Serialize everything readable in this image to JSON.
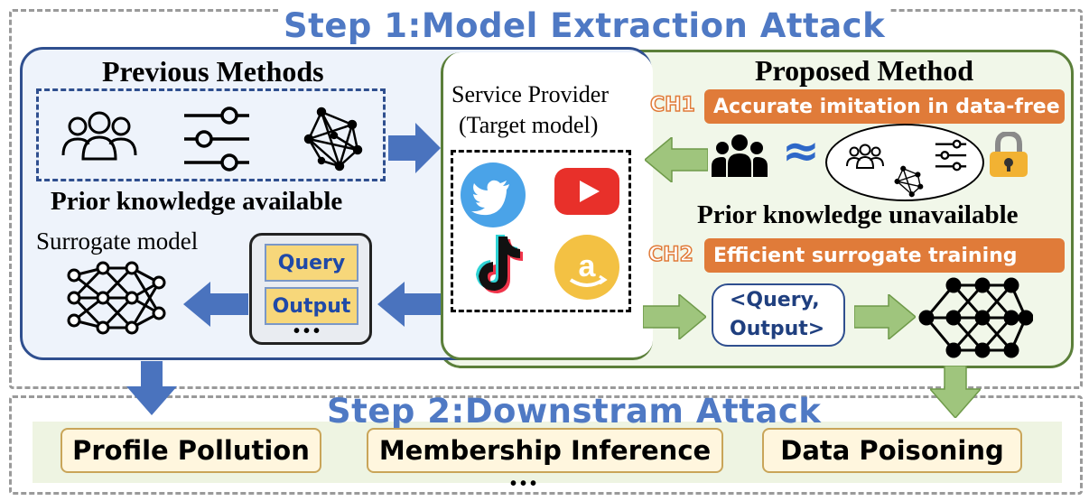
{
  "step1": {
    "title": "Step 1:Model Extraction Attack"
  },
  "step2": {
    "title": "Step 2:Downstram Attack"
  },
  "previous": {
    "title": "Previous Methods",
    "prior": "Prior knowledge available",
    "surrogate": "Surrogate model",
    "query_label": "Query",
    "output_label": "Output",
    "ellipsis": "•••"
  },
  "provider": {
    "title_line1": "Service Provider",
    "title_line2": "(Target model)"
  },
  "proposed": {
    "title": "Proposed Method",
    "ch1_tag": "CH1",
    "ch1_text": "Accurate imitation in data-free",
    "approx": "≈",
    "prior": "Prior knowledge unavailable",
    "ch2_tag": "CH2",
    "ch2_text": "Efficient surrogate training",
    "pair_line1": "<Query,",
    "pair_line2": "Output>"
  },
  "downstream": {
    "items": [
      "Profile Pollution",
      "Membership Inference",
      "Data Poisoning"
    ],
    "ellipsis": "•••"
  },
  "colors": {
    "blue": "#4f79c4",
    "green": "#5b7f3a",
    "orange": "#e07b39",
    "gray_dash": "#9a9a9a"
  },
  "icons": [
    "users-icon",
    "sliders-icon",
    "graph-icon",
    "twitter-icon",
    "youtube-icon",
    "tiktok-icon",
    "amazon-icon",
    "people-icon",
    "lock-icon",
    "neural-network-icon"
  ]
}
